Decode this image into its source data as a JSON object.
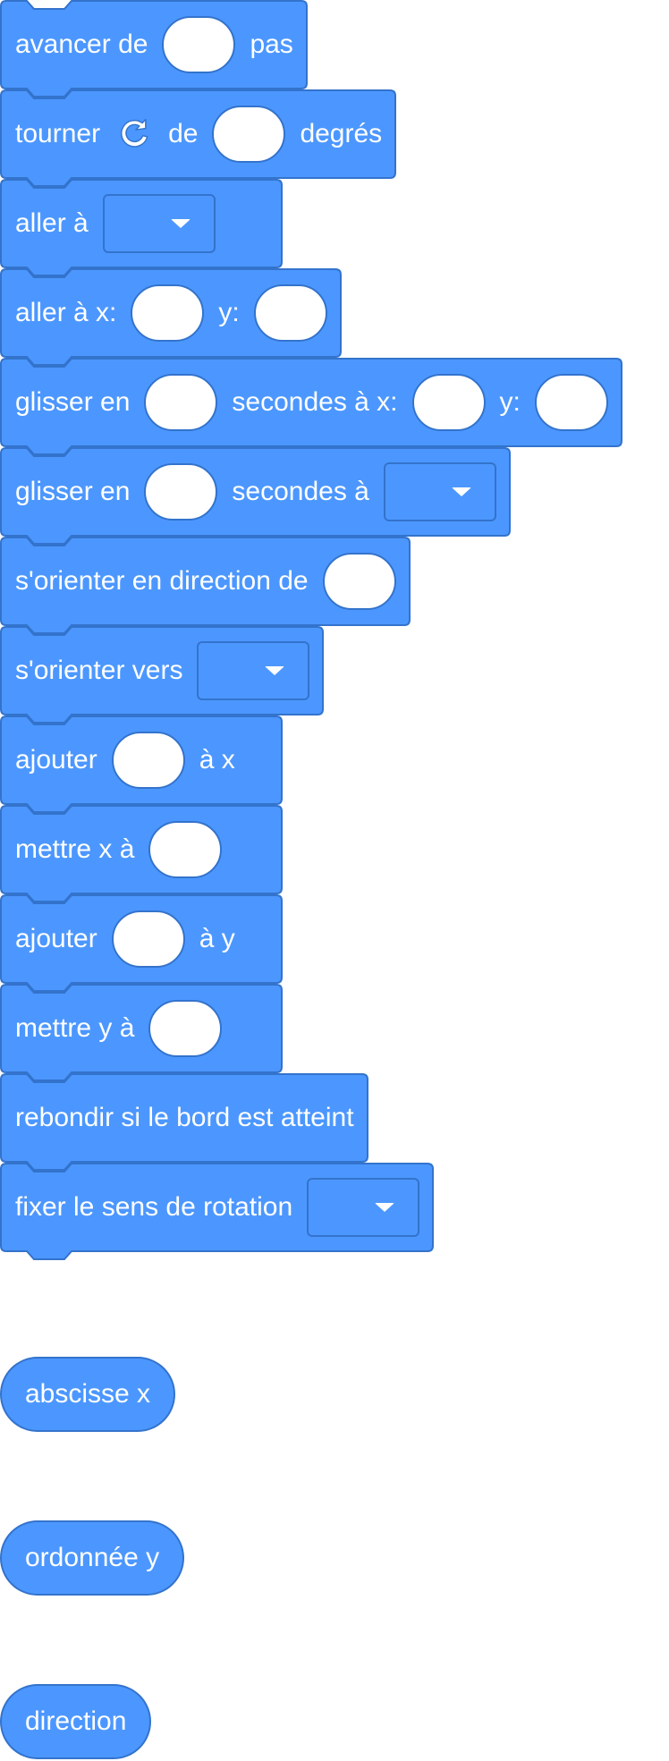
{
  "palette": {
    "block_fill": "#4c97ff",
    "block_stroke": "#3373cc",
    "slot_fill": "#ffffff",
    "text": "#ffffff"
  },
  "blocks": [
    {
      "id": "move-steps",
      "parts": [
        {
          "t": "text",
          "v": "avancer de"
        },
        {
          "t": "slot"
        },
        {
          "t": "text",
          "v": "pas"
        }
      ]
    },
    {
      "id": "turn-right",
      "parts": [
        {
          "t": "text",
          "v": "tourner"
        },
        {
          "t": "icon",
          "icon": "rotate-right-icon"
        },
        {
          "t": "text",
          "v": "de"
        },
        {
          "t": "slot"
        },
        {
          "t": "text",
          "v": "degrés"
        }
      ]
    },
    {
      "id": "go-to",
      "parts": [
        {
          "t": "text",
          "v": "aller à"
        },
        {
          "t": "dropdown"
        }
      ]
    },
    {
      "id": "go-to-xy",
      "parts": [
        {
          "t": "text",
          "v": "aller à x:"
        },
        {
          "t": "slot"
        },
        {
          "t": "text",
          "v": "y:"
        },
        {
          "t": "slot"
        }
      ]
    },
    {
      "id": "glide-to-xy",
      "parts": [
        {
          "t": "text",
          "v": "glisser en"
        },
        {
          "t": "slot"
        },
        {
          "t": "text",
          "v": "secondes à x:"
        },
        {
          "t": "slot"
        },
        {
          "t": "text",
          "v": "y:"
        },
        {
          "t": "slot"
        }
      ]
    },
    {
      "id": "glide-to",
      "parts": [
        {
          "t": "text",
          "v": "glisser en"
        },
        {
          "t": "slot"
        },
        {
          "t": "text",
          "v": "secondes à"
        },
        {
          "t": "dropdown"
        }
      ]
    },
    {
      "id": "point-in-direction",
      "parts": [
        {
          "t": "text",
          "v": "s'orienter en direction de"
        },
        {
          "t": "slot"
        }
      ]
    },
    {
      "id": "point-towards",
      "parts": [
        {
          "t": "text",
          "v": "s'orienter vers"
        },
        {
          "t": "dropdown"
        }
      ]
    },
    {
      "id": "change-x",
      "parts": [
        {
          "t": "text",
          "v": "ajouter"
        },
        {
          "t": "slot"
        },
        {
          "t": "text",
          "v": "à x"
        }
      ]
    },
    {
      "id": "set-x",
      "parts": [
        {
          "t": "text",
          "v": "mettre x à"
        },
        {
          "t": "slot"
        }
      ]
    },
    {
      "id": "change-y",
      "parts": [
        {
          "t": "text",
          "v": "ajouter"
        },
        {
          "t": "slot"
        },
        {
          "t": "text",
          "v": "à y"
        }
      ]
    },
    {
      "id": "set-y",
      "parts": [
        {
          "t": "text",
          "v": "mettre y à"
        },
        {
          "t": "slot"
        }
      ]
    },
    {
      "id": "bounce-on-edge",
      "parts": [
        {
          "t": "text",
          "v": "rebondir si le bord est atteint"
        }
      ]
    },
    {
      "id": "set-rotation-style",
      "parts": [
        {
          "t": "text",
          "v": "fixer le sens de rotation"
        },
        {
          "t": "dropdown"
        }
      ]
    }
  ],
  "reporters": [
    {
      "id": "x-position",
      "label": "abscisse x"
    },
    {
      "id": "y-position",
      "label": "ordonnée y"
    },
    {
      "id": "direction",
      "label": "direction"
    }
  ]
}
